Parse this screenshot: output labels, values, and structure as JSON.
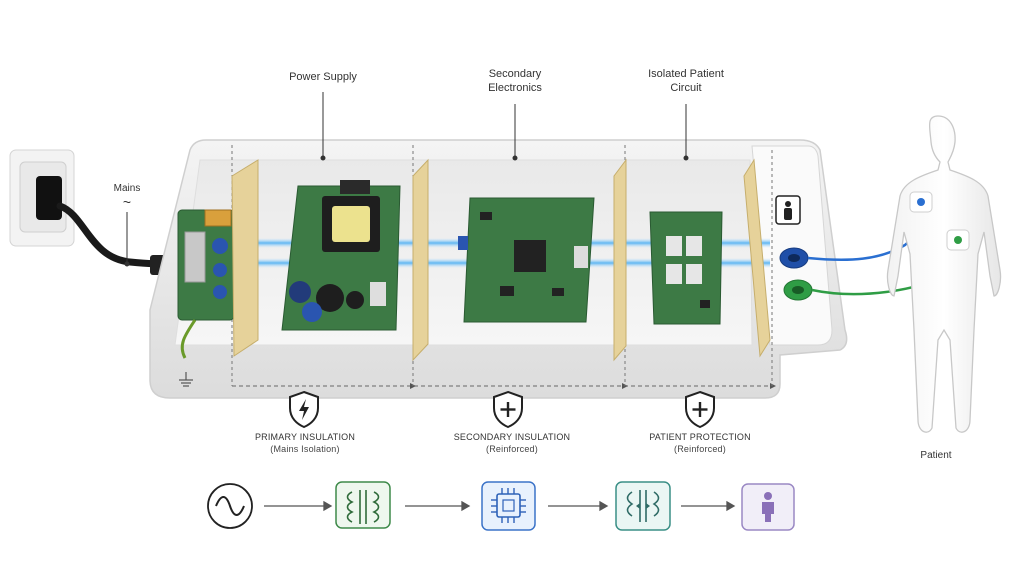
{
  "labels": {
    "power_supply": "Power Supply",
    "secondary_electronics": "Secondary\nElectronics",
    "isolated_patient_circuit": "Isolated Patient\nCircuit",
    "mains": "Mains",
    "mains_symbol": "~",
    "patient": "Patient"
  },
  "barriers": [
    {
      "title": "PRIMARY INSULATION",
      "subtitle": "(Mains Isolation)",
      "icon": "shield-bolt-icon"
    },
    {
      "title": "SECONDARY INSULATION",
      "subtitle": "(Reinforced)",
      "icon": "shield-plus-icon"
    },
    {
      "title": "PATIENT PROTECTION",
      "subtitle": "(Reinforced)",
      "icon": "shield-plus-icon"
    }
  ],
  "flow": [
    {
      "icon": "ac-source-icon"
    },
    {
      "icon": "transformer-icon"
    },
    {
      "icon": "chip-icon"
    },
    {
      "icon": "isolation-barrier-icon"
    },
    {
      "icon": "patient-icon"
    }
  ],
  "colors": {
    "pcb": "#3d7a45",
    "isolation_board": "#e6d29a",
    "energy_beam": "#5fb6f2",
    "lead_blue": "#2a6fd1",
    "lead_green": "#2f9d45"
  }
}
